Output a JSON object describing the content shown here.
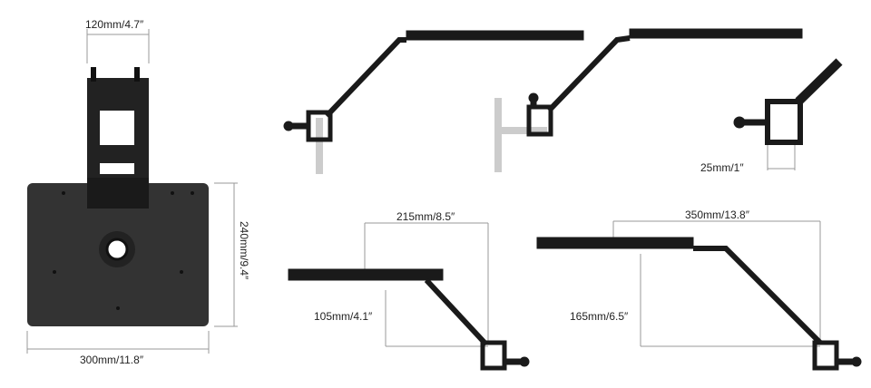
{
  "dimensions": {
    "clamp_width": "120mm/4.7″",
    "plate_height": "240mm/9.4″",
    "plate_width": "300mm/11.8″",
    "clamp_opening": "25mm/1″",
    "short_reach": "215mm/8.5″",
    "short_drop": "105mm/4.1″",
    "long_reach": "350mm/13.8″",
    "long_drop": "165mm/6.5″"
  },
  "colors": {
    "product": "#1a1a1a",
    "plate": "#333333",
    "desk": "#cccccc",
    "dimension_line": "#999999"
  }
}
